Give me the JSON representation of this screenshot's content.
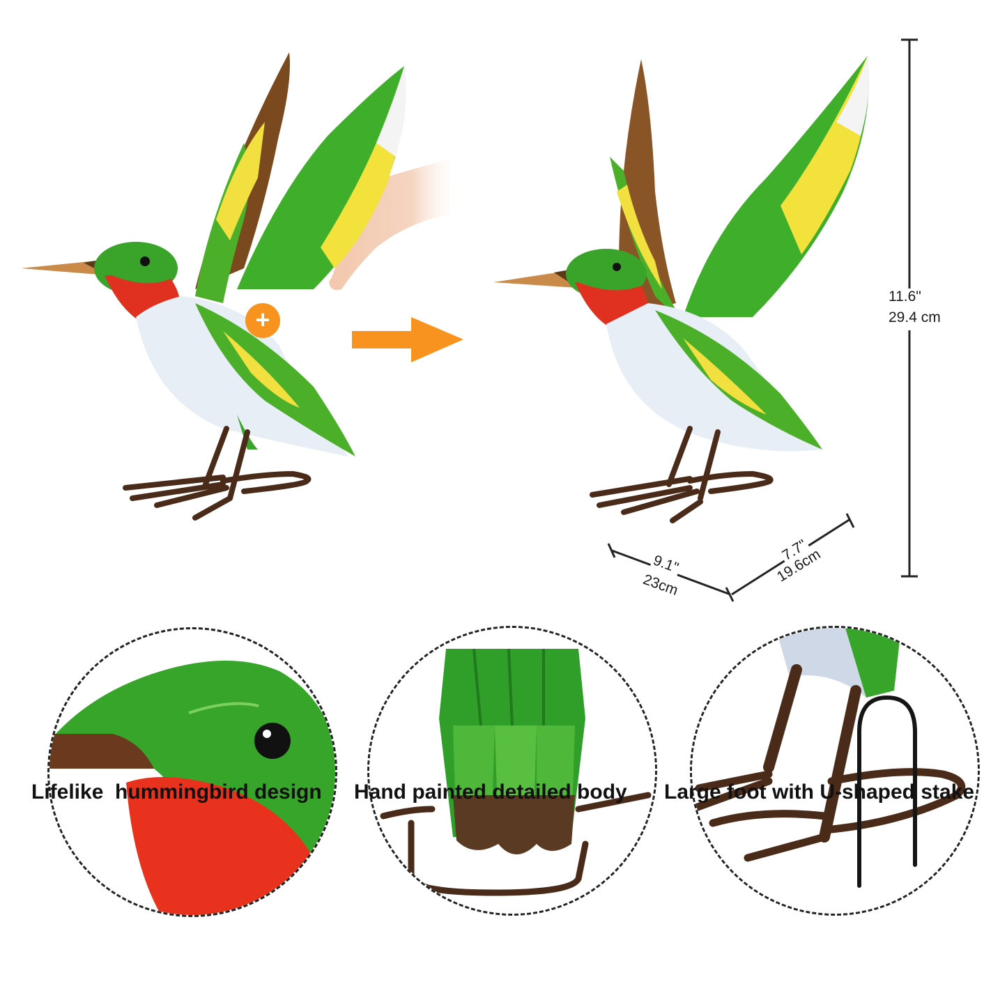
{
  "dimensions": {
    "height_in": "11.6\"",
    "height_cm": "29.4 cm",
    "length_in": "9.1\"",
    "length_cm": "23cm",
    "width_in": "7.7\"",
    "width_cm": "19.6cm"
  },
  "captions": {
    "left": "Lifelike  hummingbird design",
    "middle": "Hand painted detailed body",
    "right": "Large foot with U-shaped stake"
  },
  "icons": {
    "plus": "+",
    "arrow": "arrow-right"
  },
  "colors": {
    "accent_orange": "#f7931e",
    "bird_green": "#3aa42a",
    "throat_red": "#e03020",
    "leg_brown": "#4a2a18"
  }
}
